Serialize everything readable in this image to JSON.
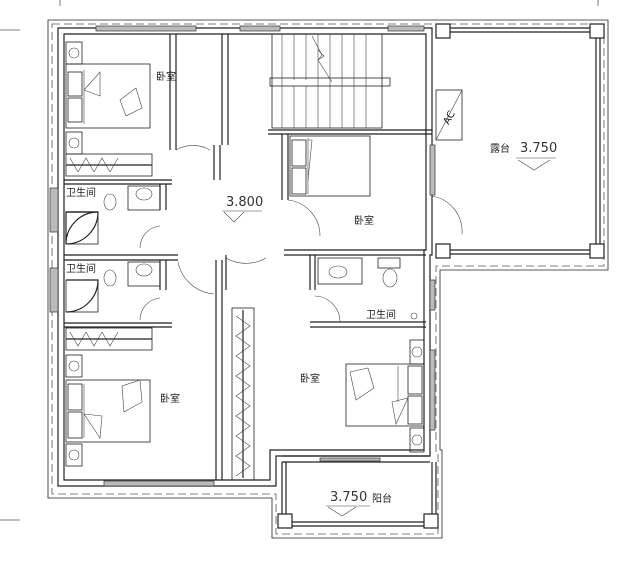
{
  "drawing": {
    "type": "second floor plan",
    "rooms": [
      {
        "id": "bedroom-nw",
        "label": "卧室"
      },
      {
        "id": "bathroom-upper",
        "label": "卫生间"
      },
      {
        "id": "bathroom-lower",
        "label": "卫生间"
      },
      {
        "id": "bedroom-sw",
        "label": "卧室"
      },
      {
        "id": "bedroom-center",
        "label": "卧室"
      },
      {
        "id": "bathroom-east",
        "label": "卫生间"
      },
      {
        "id": "bedroom-se",
        "label": "卧室"
      },
      {
        "id": "terrace",
        "label": "露台"
      },
      {
        "id": "balcony",
        "label": "阳台"
      }
    ],
    "elevations": {
      "hall": "3.800",
      "terrace": "3.750",
      "balcony": "3.750"
    },
    "annotations": {
      "ac": "AC"
    }
  }
}
